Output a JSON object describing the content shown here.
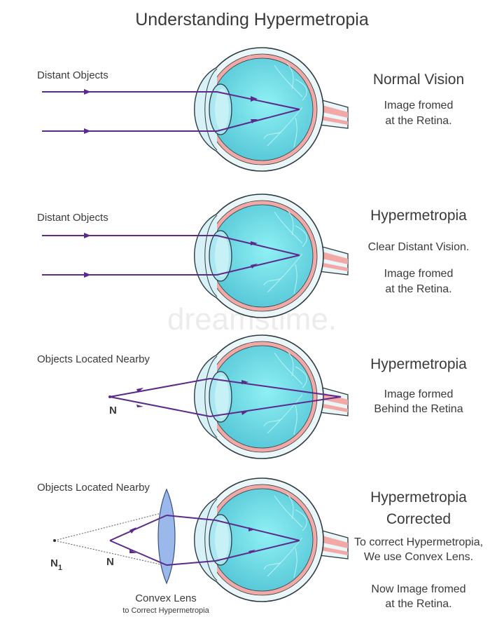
{
  "title": "Understanding Hypermetropia",
  "watermark": "dreamstime.",
  "colors": {
    "ray": "#5b2a8c",
    "eye_fill": "#7fe3ec",
    "eye_inner": "#5fcfdc",
    "sclera": "#e9f6f8",
    "pink": "#f2a9a6",
    "outline": "#2c3a44",
    "lens": "#9ab8ea"
  },
  "panels": [
    {
      "left_label": "Distant Objects",
      "heading": "Normal Vision",
      "lines": [
        "Image fromed",
        "at the Retina."
      ]
    },
    {
      "left_label": "Distant Objects",
      "heading": "Hypermetropia",
      "lines": [
        "Clear Distant Vision.",
        "Image fromed",
        "at the Retina."
      ]
    },
    {
      "left_label": "Objects Located Nearby",
      "heading": "Hypermetropia",
      "lines": [
        "Image formed",
        "Behind the Retina"
      ],
      "point_label": "N"
    },
    {
      "left_label": "Objects Located Nearby",
      "heading_1": "Hypermetropia",
      "heading_2": "Corrected",
      "lines": [
        "To correct Hypermetropia,",
        "We use Convex Lens.",
        "Now Image fromed",
        "at the Retina."
      ],
      "point_label": "N",
      "point_label_2": "N",
      "point_label_2_sub": "1",
      "lens_label": "Convex Lens",
      "lens_sublabel": "to Correct Hypermetropia"
    }
  ]
}
